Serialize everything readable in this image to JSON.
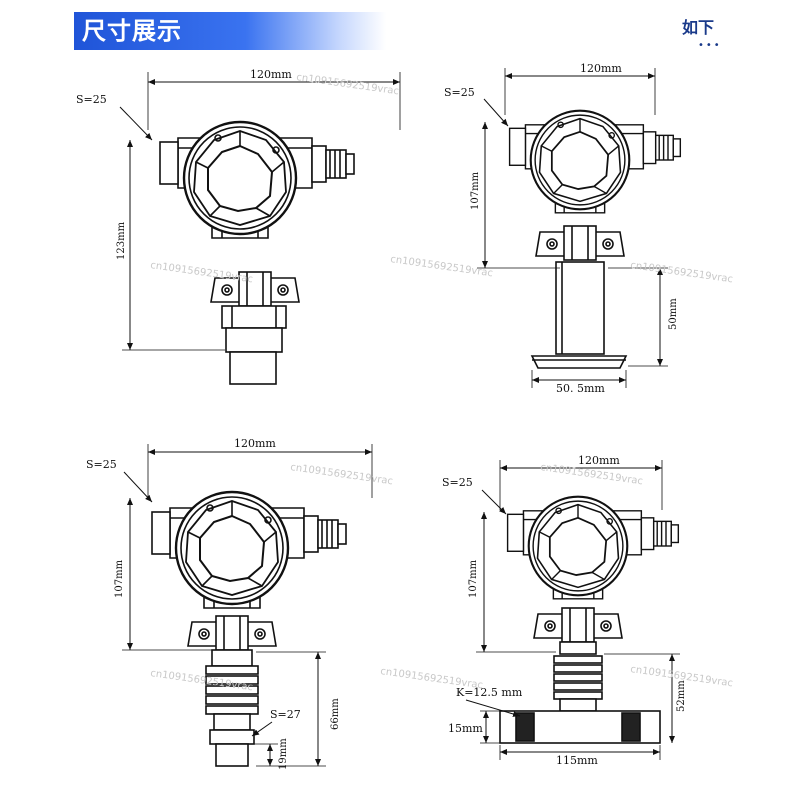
{
  "header": {
    "title": "尺寸展示",
    "more_label": "如下",
    "more_dots": "•••"
  },
  "watermark": "cn10915692519vrac",
  "colors": {
    "header_blue": "#2a62e6",
    "line": "#111111"
  },
  "diagrams": [
    {
      "id": "d1",
      "width": "120mm",
      "height": "123mm",
      "wrench": "S=25"
    },
    {
      "id": "d2",
      "width": "120mm",
      "height": "107mm",
      "wrench": "S=25",
      "stem": "50mm",
      "flange": "50. 5mm"
    },
    {
      "id": "d3",
      "width": "120mm",
      "height": "107mm",
      "wrench": "S=25",
      "fin_height": "66mm",
      "nut": "S=27",
      "nut_height": "19mm"
    },
    {
      "id": "d4",
      "width": "120mm",
      "height": "107mm",
      "wrench": "S=25",
      "fin_height": "52mm",
      "hole": "K=12.5 mm",
      "flange_thk": "15mm",
      "flange_w": "115mm"
    }
  ]
}
